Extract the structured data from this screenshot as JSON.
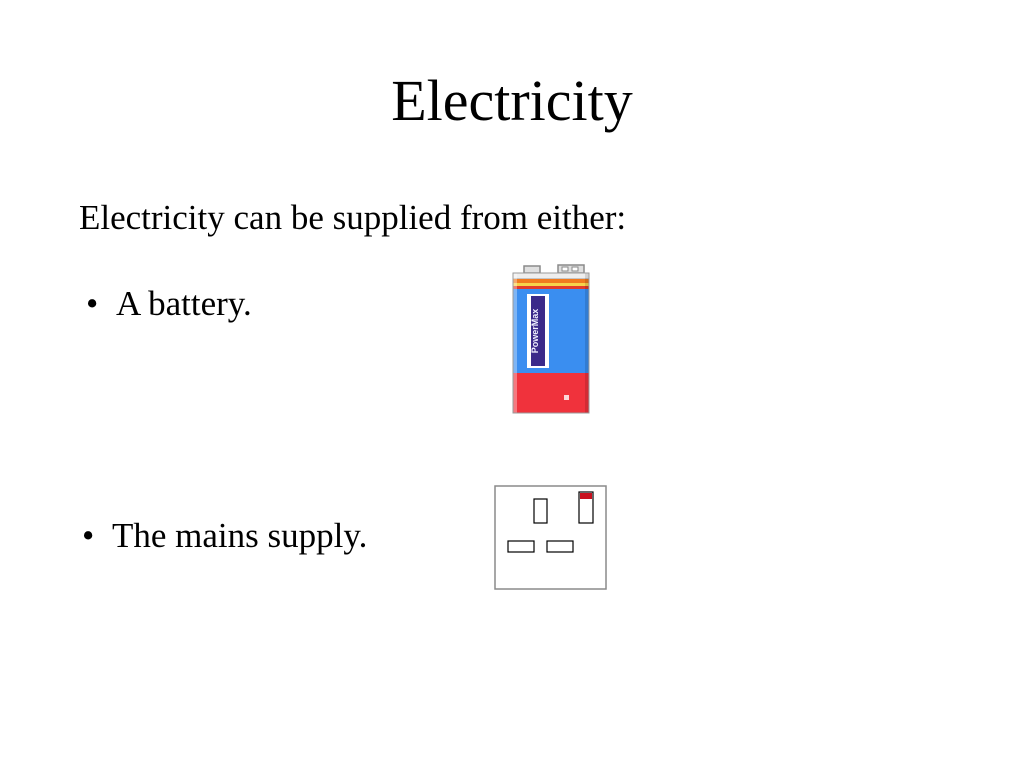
{
  "slide": {
    "title": "Electricity",
    "intro": "Electricity can be supplied from either:",
    "bullet_symbol": "•",
    "bullets": [
      {
        "text": "A battery.",
        "image_icon": "battery-icon"
      },
      {
        "text": "The mains supply.",
        "image_icon": "wall-socket-icon"
      }
    ],
    "battery_label": "PowerMax"
  },
  "colors": {
    "battery_blue": "#3a8ef0",
    "battery_red": "#f0323c",
    "battery_stripe_orange": "#f07a1e",
    "socket_switch_red": "#c8101e",
    "outline_gray": "#8a8a8a"
  }
}
